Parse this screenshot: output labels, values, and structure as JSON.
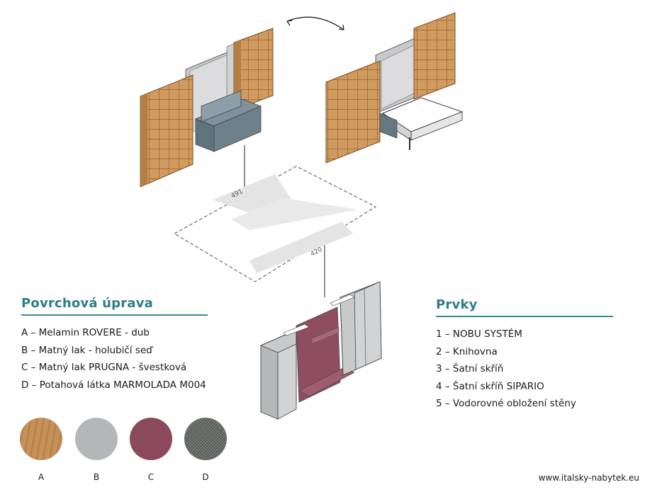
{
  "dimensions": {
    "width_label": "491",
    "length_label": "420"
  },
  "finishes": {
    "title": "Povrchová úprava",
    "items": [
      "A – Melamin ROVERE - dub",
      "B – Matný lak - holubičí seď",
      "C – Matný lak PRUGNA - švestková",
      "D – Potahová látka MARMOLADA M004"
    ],
    "swatches": [
      {
        "label": "A",
        "color": "#c6925a"
      },
      {
        "label": "B",
        "color": "#b5b6b8"
      },
      {
        "label": "C",
        "color": "#8b4a5b"
      },
      {
        "label": "D",
        "color": "#7f8481"
      }
    ]
  },
  "elements": {
    "title": "Prvky",
    "items": [
      "1 – NOBU SYSTÉM",
      "2 – Knihovna",
      "3 – Šatní skříň",
      "4 – Šatní skříň SIPARIO",
      "5 – Vodorovné obložení stěny"
    ]
  },
  "website": "www.italsky-nabytek.eu"
}
